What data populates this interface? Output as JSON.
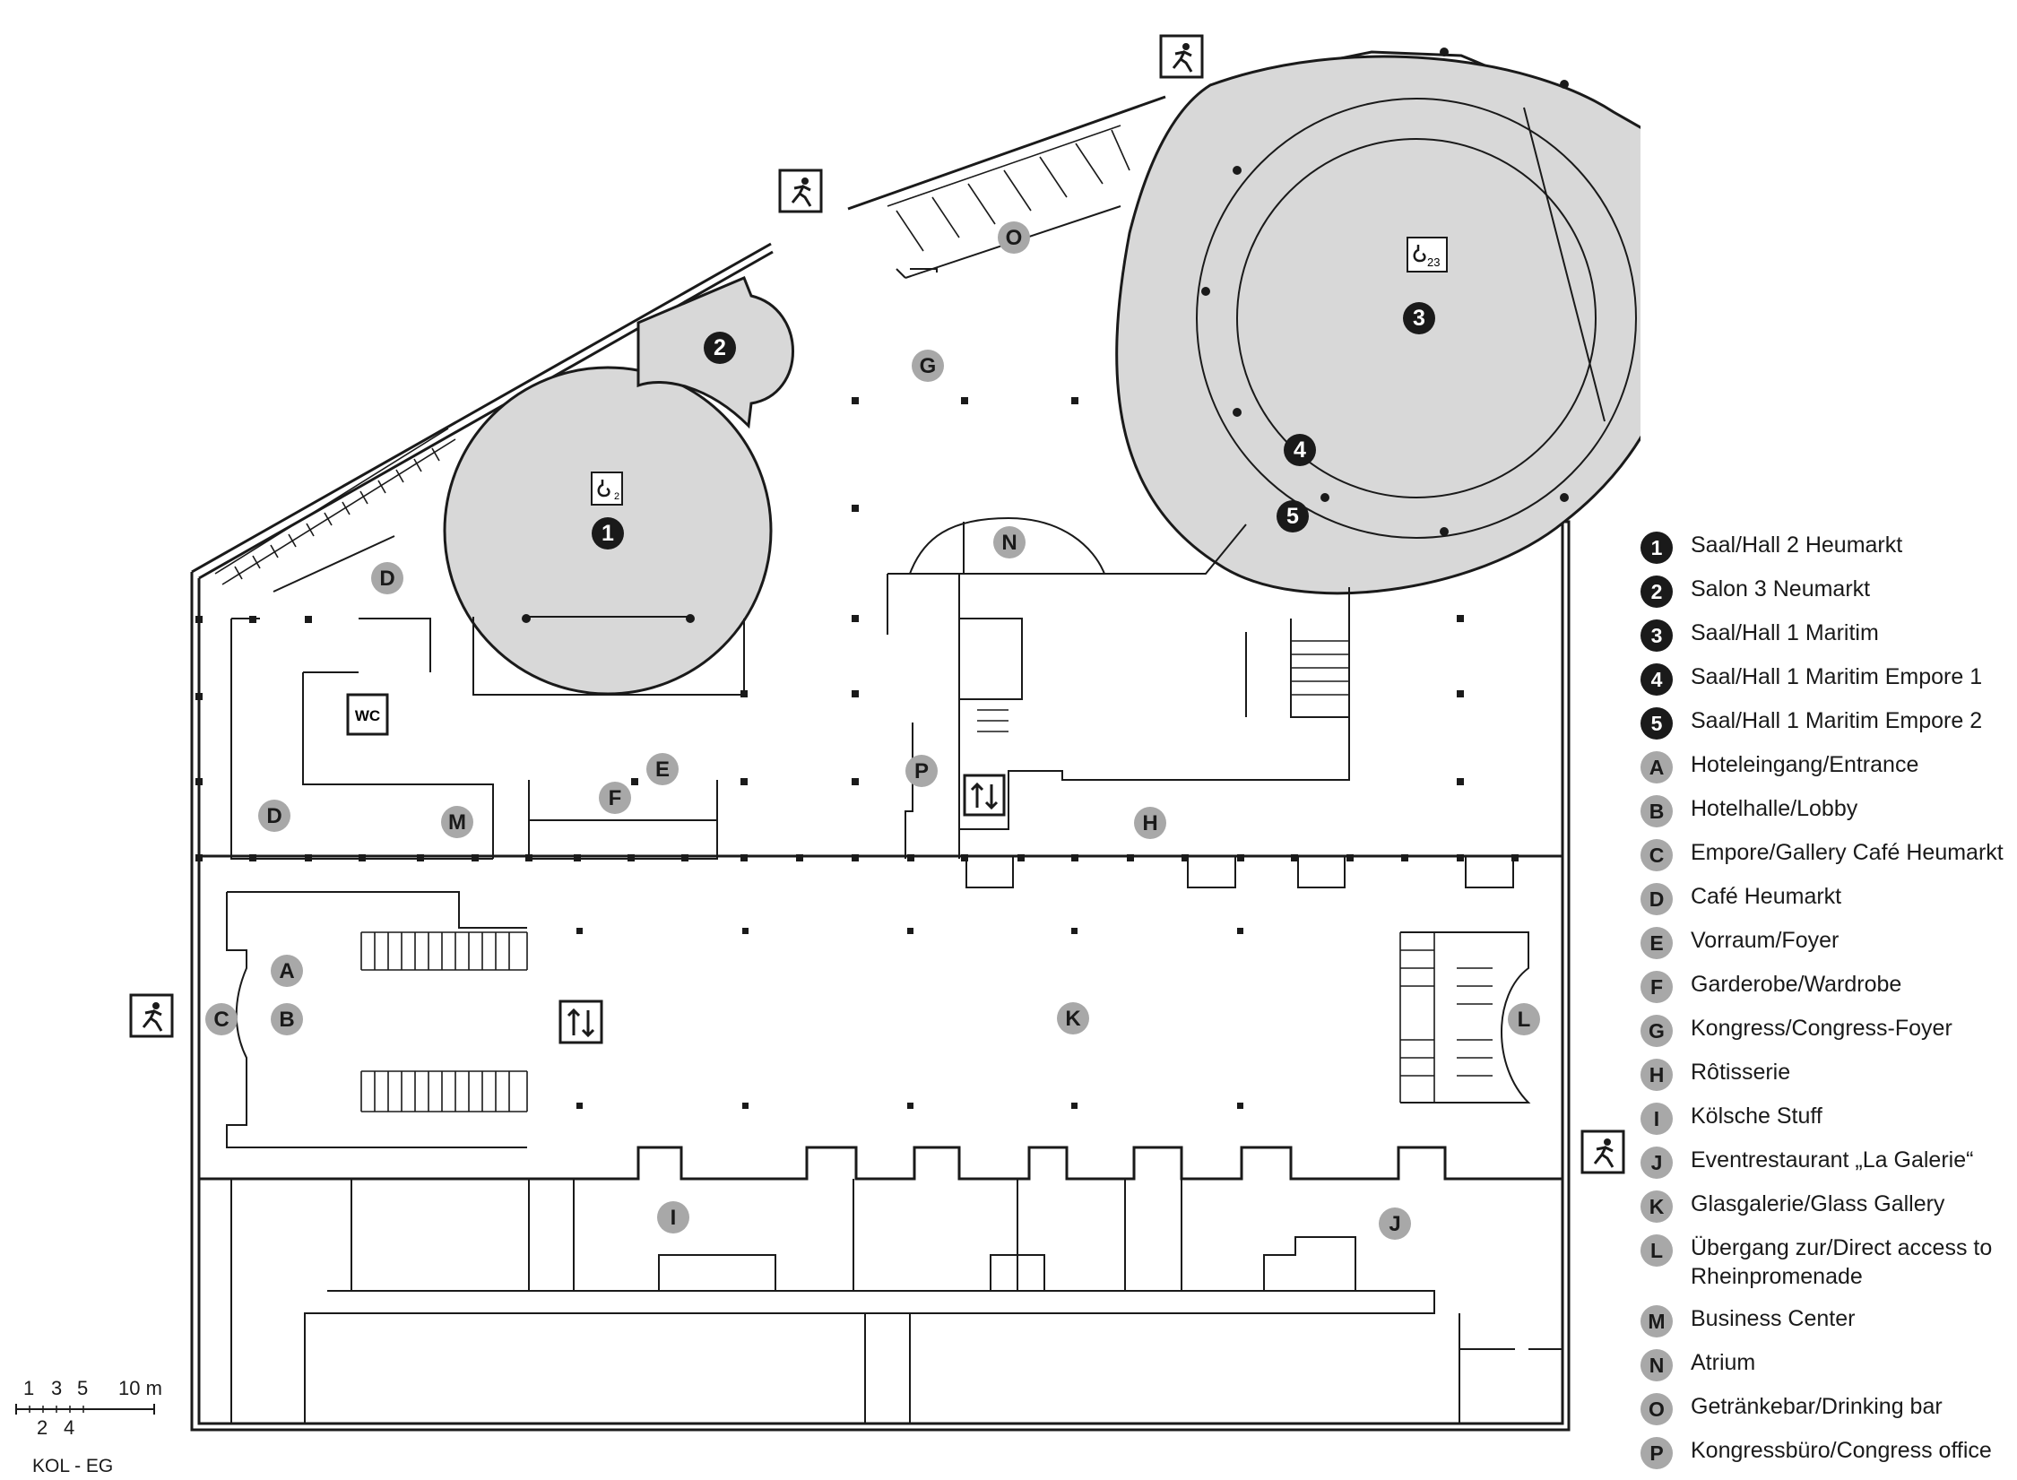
{
  "plan": {
    "rooms": [
      {
        "id": "1",
        "kind": "black"
      },
      {
        "id": "2",
        "kind": "black"
      },
      {
        "id": "3",
        "kind": "black"
      },
      {
        "id": "4",
        "kind": "black"
      },
      {
        "id": "5",
        "kind": "black"
      },
      {
        "id": "A",
        "kind": "grey"
      },
      {
        "id": "B",
        "kind": "grey"
      },
      {
        "id": "C",
        "kind": "grey"
      },
      {
        "id": "D",
        "kind": "grey"
      },
      {
        "id": "D",
        "kind": "grey"
      },
      {
        "id": "E",
        "kind": "grey"
      },
      {
        "id": "F",
        "kind": "grey"
      },
      {
        "id": "G",
        "kind": "grey"
      },
      {
        "id": "H",
        "kind": "grey"
      },
      {
        "id": "I",
        "kind": "grey"
      },
      {
        "id": "J",
        "kind": "grey"
      },
      {
        "id": "K",
        "kind": "grey"
      },
      {
        "id": "L",
        "kind": "grey"
      },
      {
        "id": "M",
        "kind": "grey"
      },
      {
        "id": "N",
        "kind": "grey"
      },
      {
        "id": "O",
        "kind": "grey"
      },
      {
        "id": "P",
        "kind": "grey"
      }
    ],
    "wc_label": "WC",
    "capacity_hall1": "2",
    "capacity_hall3": "23"
  },
  "legend": [
    {
      "key": "1",
      "label": "Saal/Hall 2 Heumarkt",
      "kind": "black"
    },
    {
      "key": "2",
      "label": "Salon 3 Neumarkt",
      "kind": "black"
    },
    {
      "key": "3",
      "label": "Saal/Hall 1 Maritim",
      "kind": "black"
    },
    {
      "key": "4",
      "label": "Saal/Hall 1 Maritim Empore 1",
      "kind": "black"
    },
    {
      "key": "5",
      "label": "Saal/Hall 1 Maritim Empore 2",
      "kind": "black"
    },
    {
      "key": "A",
      "label": "Hoteleingang/Entrance",
      "kind": "grey"
    },
    {
      "key": "B",
      "label": "Hotelhalle/Lobby",
      "kind": "grey"
    },
    {
      "key": "C",
      "label": "Empore/Gallery Café Heumarkt",
      "kind": "grey"
    },
    {
      "key": "D",
      "label": "Café Heumarkt",
      "kind": "grey"
    },
    {
      "key": "E",
      "label": "Vorraum/Foyer",
      "kind": "grey"
    },
    {
      "key": "F",
      "label": "Garderobe/Wardrobe",
      "kind": "grey"
    },
    {
      "key": "G",
      "label": "Kongress/Congress-Foyer",
      "kind": "grey"
    },
    {
      "key": "H",
      "label": "Rôtisserie",
      "kind": "grey"
    },
    {
      "key": "I",
      "label": "Kölsche Stuff",
      "kind": "grey"
    },
    {
      "key": "J",
      "label": "Eventrestaurant „La Galerie“",
      "kind": "grey"
    },
    {
      "key": "K",
      "label": "Glasgalerie/Glass Gallery",
      "kind": "grey"
    },
    {
      "key": "L",
      "label": "Übergang zur/Direct access to Rheinpromenade",
      "kind": "grey"
    },
    {
      "key": "M",
      "label": "Business Center",
      "kind": "grey"
    },
    {
      "key": "N",
      "label": "Atrium",
      "kind": "grey"
    },
    {
      "key": "O",
      "label": "Getränkebar/Drinking bar",
      "kind": "grey"
    },
    {
      "key": "P",
      "label": "Kongressbüro/Congress office",
      "kind": "grey"
    }
  ],
  "scale": {
    "top_ticks": [
      "1",
      "3",
      "5",
      "10 m"
    ],
    "bottom_ticks": [
      "2",
      "4"
    ]
  },
  "caption": "KOL - EG",
  "colors": {
    "ink": "#1a1a1a",
    "hall_fill": "#d8d8d8",
    "marker_grey": "#a8a8a8"
  },
  "icons": [
    "emergency-exit-icon",
    "elevator-icon",
    "wc-icon",
    "capacity-icon"
  ]
}
